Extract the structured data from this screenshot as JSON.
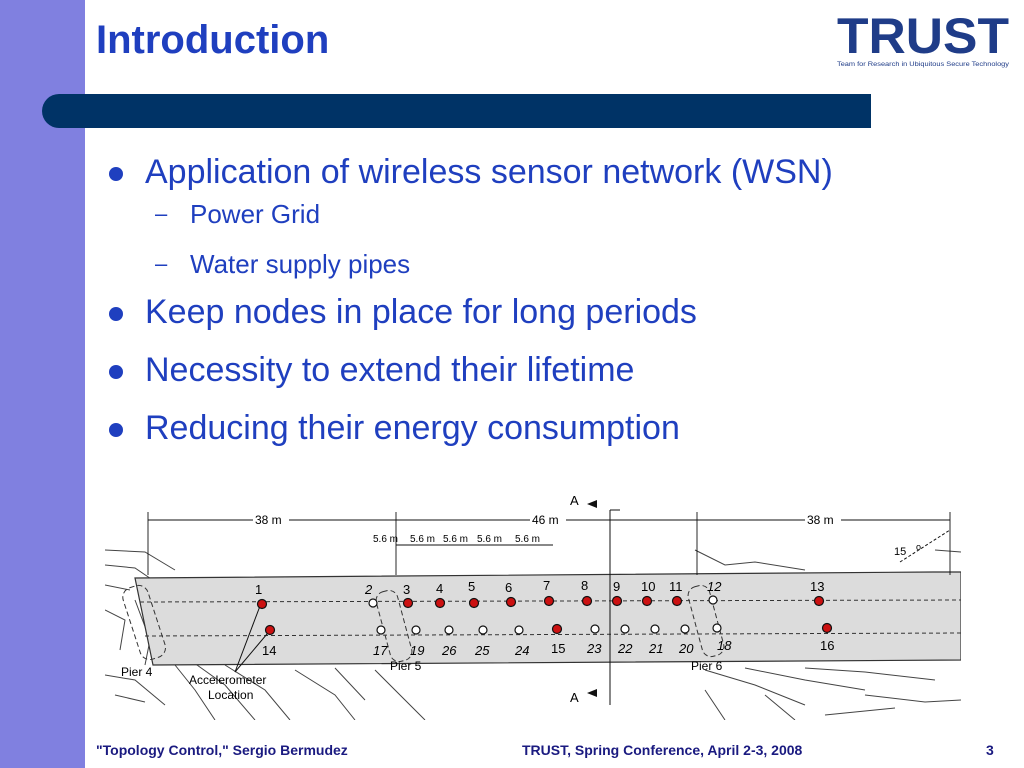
{
  "slide": {
    "title": "Introduction",
    "bullets": [
      {
        "text": "Application of wireless sensor network (WSN)",
        "sub": [
          "Power Grid",
          "Water supply pipes"
        ]
      },
      {
        "text": "Keep nodes in place for long periods",
        "sub": []
      },
      {
        "text": "Necessity to extend their lifetime",
        "sub": []
      },
      {
        "text": "Reducing their energy consumption",
        "sub": []
      }
    ]
  },
  "logo": {
    "text": "TRUST",
    "tagline": "Team for Research in Ubiquitous Secure Technology",
    "color": "#1f3c88"
  },
  "diagram": {
    "spans": [
      "38 m",
      "46 m",
      "38 m"
    ],
    "sub_spans": [
      "5.6 m",
      "5.6 m",
      "5.6 m",
      "5.6 m",
      "5.6 m"
    ],
    "angle_label": "15",
    "section_marks": [
      "A",
      "A"
    ],
    "piers": [
      "Pier 4",
      "Pier 5",
      "Pier 6"
    ],
    "accelerometer_label": [
      "Accelerometer",
      "Location"
    ],
    "top_row": [
      {
        "label": "1",
        "filled": true
      },
      {
        "label": "2",
        "filled": false
      },
      {
        "label": "3",
        "filled": true
      },
      {
        "label": "4",
        "filled": true
      },
      {
        "label": "5",
        "filled": true
      },
      {
        "label": "6",
        "filled": true
      },
      {
        "label": "7",
        "filled": true
      },
      {
        "label": "8",
        "filled": true
      },
      {
        "label": "9",
        "filled": true
      },
      {
        "label": "10",
        "filled": true
      },
      {
        "label": "11",
        "filled": true
      },
      {
        "label": "12",
        "filled": false
      },
      {
        "label": "13",
        "filled": true
      }
    ],
    "bottom_row": [
      {
        "label": "14",
        "filled": true
      },
      {
        "label": "17",
        "filled": false
      },
      {
        "label": "19",
        "filled": false
      },
      {
        "label": "26",
        "filled": false
      },
      {
        "label": "25",
        "filled": false
      },
      {
        "label": "24",
        "filled": false
      },
      {
        "label": "15",
        "filled": true
      },
      {
        "label": "23",
        "filled": false
      },
      {
        "label": "22",
        "filled": false
      },
      {
        "label": "21",
        "filled": false
      },
      {
        "label": "20",
        "filled": false
      },
      {
        "label": "18",
        "filled": false
      },
      {
        "label": "16",
        "filled": true
      }
    ],
    "node_fill": "#cc1111"
  },
  "footer": {
    "left": "\"Topology Control,\" Sergio Bermudez",
    "center": "TRUST, Spring Conference, April 2-3, 2008",
    "page": "3"
  }
}
